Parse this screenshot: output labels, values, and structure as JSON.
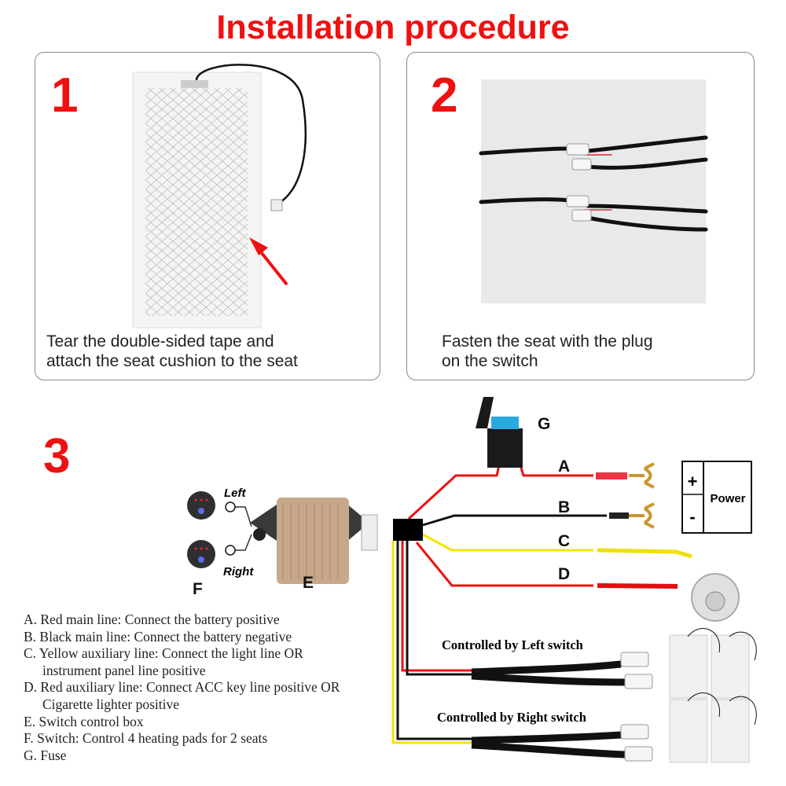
{
  "title": "Installation procedure",
  "steps": [
    {
      "number": "1",
      "caption_line1": "Tear the double-sided tape and",
      "caption_line2": "attach the seat cushion to the seat"
    },
    {
      "number": "2",
      "caption_line1": "Fasten the seat with the plug",
      "caption_line2": "on the switch"
    },
    {
      "number": "3"
    }
  ],
  "diagram": {
    "labels": {
      "A": "A",
      "B": "B",
      "C": "C",
      "D": "D",
      "E": "E",
      "F": "F",
      "G": "G"
    },
    "switch_left": "Left",
    "switch_right": "Right",
    "power_plus": "+",
    "power_minus": "-",
    "power": "Power",
    "left_switch_label": "Controlled by Left switch",
    "right_switch_label": "Controlled by Right switch",
    "colors": {
      "red": "#ee1111",
      "black": "#111111",
      "yellow": "#f5e400",
      "accent": "#ee1111"
    }
  },
  "legend": [
    "A. Red main line: Connect the battery positive",
    "B. Black main line: Connect the battery negative",
    "C. Yellow auxiliary line: Connect the light line OR",
    "instrument panel line positive",
    "D. Red auxiliary line: Connect ACC key line positive OR",
    "Cigarette lighter positive",
    "E. Switch control box",
    "F. Switch: Control 4 heating pads for 2 seats",
    "G. Fuse"
  ]
}
